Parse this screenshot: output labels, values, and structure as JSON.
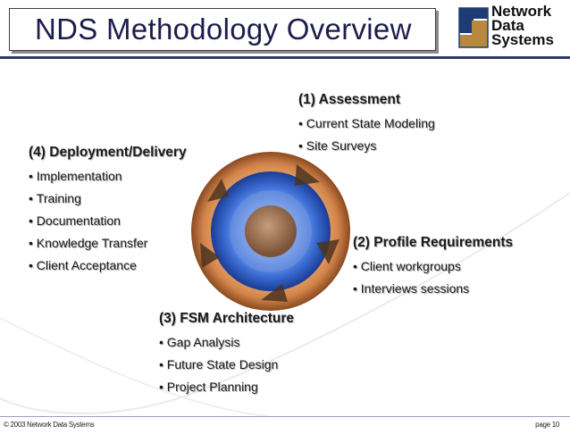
{
  "title": "NDS Methodology Overview",
  "logo": {
    "line1": "Network",
    "line2": "Data",
    "line3": "Systems"
  },
  "phases": {
    "assessment": {
      "heading": "(1) Assessment",
      "items": [
        "Current State Modeling",
        "Site Surveys"
      ]
    },
    "profile": {
      "heading": "(2) Profile Requirements",
      "items": [
        "Client workgroups",
        "Interviews sessions"
      ]
    },
    "architecture": {
      "heading": "(3) FSM Architecture",
      "items": [
        "Gap Analysis",
        "Future State Design",
        "Project Planning"
      ]
    },
    "deployment": {
      "heading": "(4) Deployment/Delivery",
      "items": [
        "Implementation",
        "Training",
        "Documentation",
        "Knowledge Transfer",
        "Client Acceptance"
      ]
    }
  },
  "footer": {
    "copyright": "© 2003 Network Data Systems",
    "page": "page 10"
  },
  "colors": {
    "title_text": "#1d1d4d",
    "rule": "#2b3b6b",
    "ring_outer": "#9a5a2a",
    "ring_blue": "#3a6fd8",
    "center": "#a07a5a"
  }
}
